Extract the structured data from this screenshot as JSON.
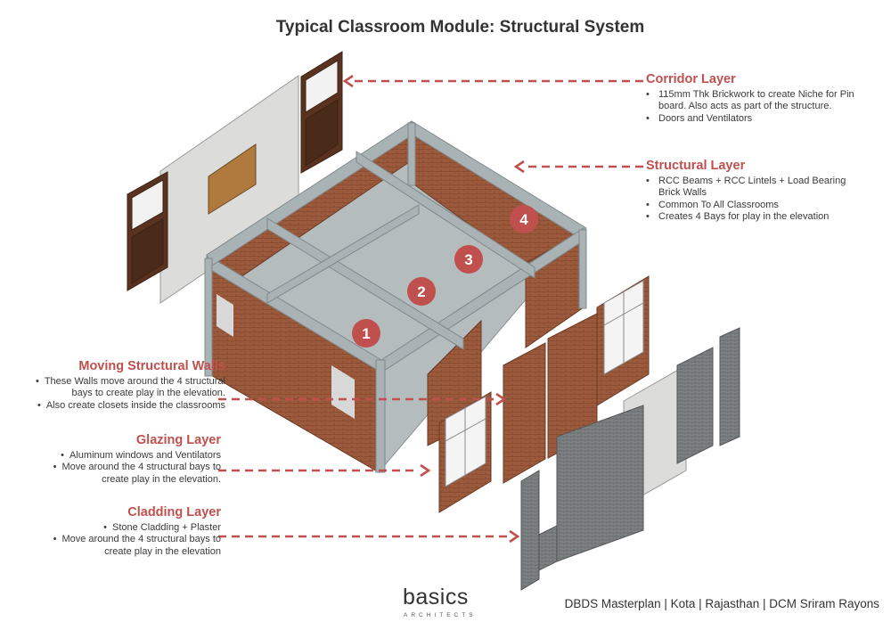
{
  "title": "Typical Classroom Module: Structural System",
  "layers": {
    "corridor": {
      "heading": "Corridor Layer",
      "bullets": [
        "115mm Thk Brickwork to create Niche for Pin board. Also acts as part of the structure.",
        "Doors and Ventilators"
      ]
    },
    "structural": {
      "heading": "Structural Layer",
      "bullets": [
        "RCC Beams + RCC Lintels + Load Bearing Brick Walls",
        "Common To All Classrooms",
        "Creates 4 Bays for play in the elevation"
      ]
    },
    "moving": {
      "heading": "Moving Structural Walls",
      "bullets": [
        "These Walls move around the 4 structural bays to create play in the elevation.",
        "Also create closets inside the classrooms"
      ]
    },
    "glazing": {
      "heading": "Glazing Layer",
      "bullets": [
        "Aluminum windows and Ventilators",
        "Move around the 4 structural bays to create play in the elevation."
      ]
    },
    "cladding": {
      "heading": "Cladding Layer",
      "bullets": [
        "Stone Cladding + Plaster",
        "Move around the 4 structural bays to create play in the elevation"
      ]
    }
  },
  "bays": [
    "1",
    "2",
    "3",
    "4"
  ],
  "logo": {
    "name": "basics",
    "sub": "ARCHITECTS"
  },
  "footer": "DBDS Masterplan | Kota | Rajasthan | DCM Sriram Rayons",
  "colors": {
    "accent": "#c0504d",
    "brick": "#9c5a3c",
    "concrete": "#a9b3b6",
    "stone": "#7b7f80",
    "wood": "#5a3320",
    "plaster": "#dcdcda"
  }
}
